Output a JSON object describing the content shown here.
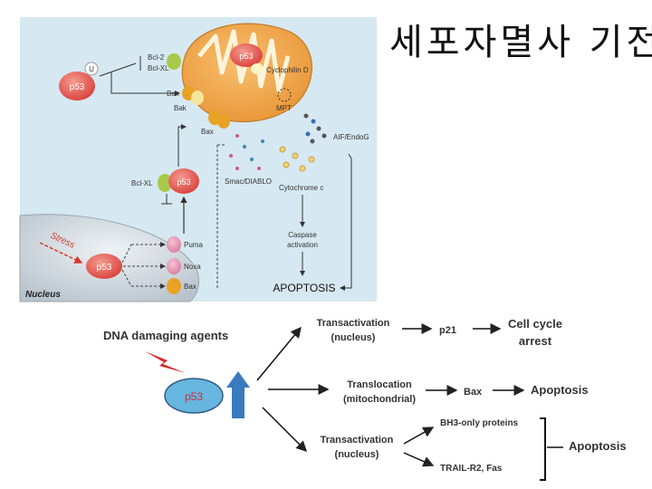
{
  "title": "세포자멸사 기전",
  "top": {
    "p53_mito": "p53",
    "bcl2": "Bcl-2",
    "bclxl": "Bcl-XL",
    "u": "U",
    "p53_left": "p53",
    "bax1": "Bax",
    "bak": "Bak",
    "bax2": "Bax",
    "cyclophilin": "Cyclophilin D",
    "mpt": "MPT",
    "aif": "AIF/EndoG",
    "bclxl2": "Bcl-XL",
    "p53_mid": "p53",
    "smac": "Smac/DIABLO",
    "cytc": "Cytochrome c",
    "caspase1": "Caspase",
    "caspase2": "activation",
    "apoptosis": "APOPTOSIS",
    "stress": "Stress",
    "p53_nucleus": "p53",
    "nucleus": "Nucleus",
    "puma": "Puma",
    "noxa": "Noxa",
    "bax3": "Bax"
  },
  "bottom": {
    "dna_agents": "DNA damaging agents",
    "p53": "p53",
    "trans1a": "Transactivation",
    "trans1b": "(nucleus)",
    "p21": "p21",
    "cellcycle1": "Cell cycle",
    "cellcycle2": "arrest",
    "transl_a": "Translocation",
    "transl_b": "(mitochondrial)",
    "bax": "Bax",
    "apoptosis1": "Apoptosis",
    "trans2a": "Transactivation",
    "trans2b": "(nucleus)",
    "bh3": "BH3-only proteins",
    "trail": "TRAIL-R2, Fas",
    "apoptosis2": "Apoptosis"
  },
  "colors": {
    "panel_bg": "#d6e8f1",
    "p53_red": "#e0504a",
    "mito": "#f3a64a",
    "nucleus": "#c8d2da",
    "p53_bottom_fill": "#67b6e0",
    "arrow_blue": "#3a7abf"
  }
}
